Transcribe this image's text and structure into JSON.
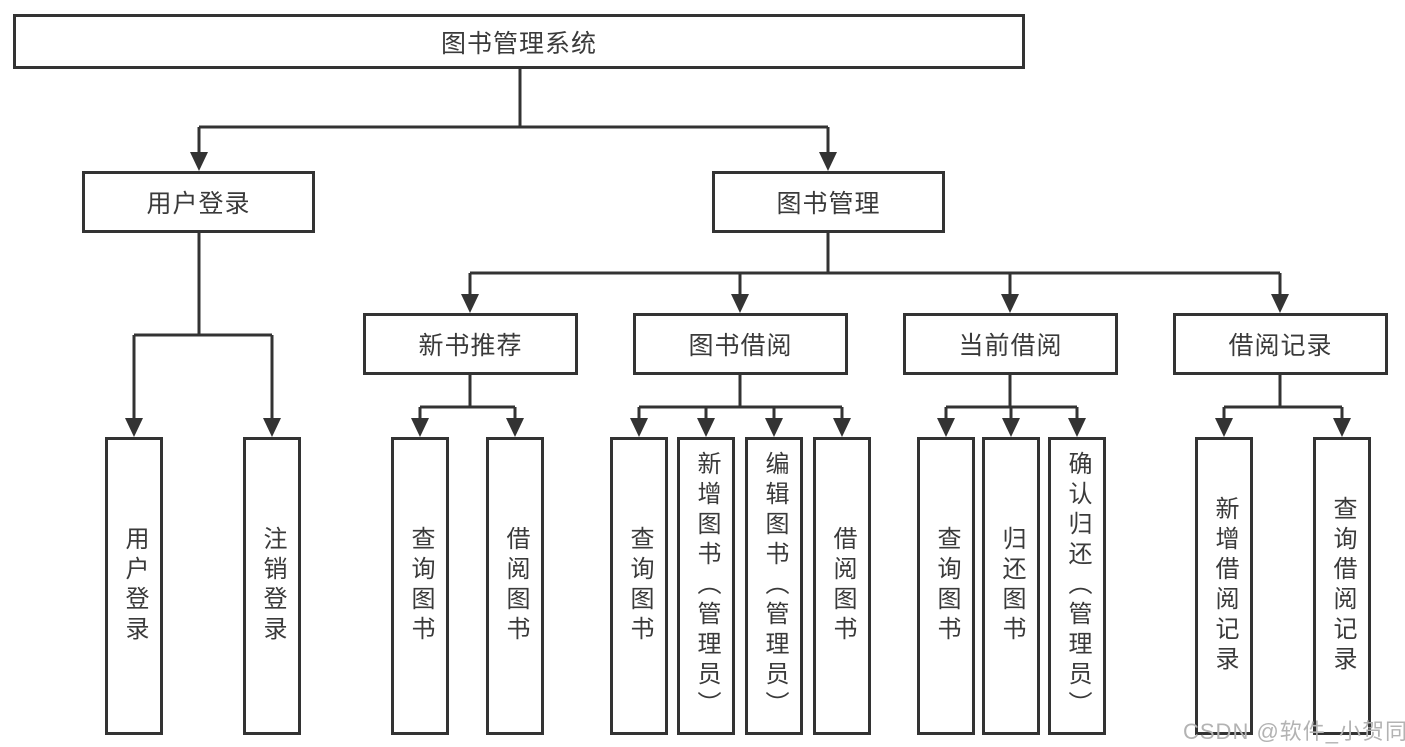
{
  "diagram": {
    "type": "hierarchy-tree",
    "root": {
      "label": "图书管理系统",
      "children": [
        {
          "label": "用户登录",
          "children": [
            {
              "label": "用户登录"
            },
            {
              "label": "注销登录"
            }
          ]
        },
        {
          "label": "图书管理",
          "children": [
            {
              "label": "新书推荐",
              "children": [
                {
                  "label": "查询图书"
                },
                {
                  "label": "借阅图书"
                }
              ]
            },
            {
              "label": "图书借阅",
              "children": [
                {
                  "label": "查询图书"
                },
                {
                  "label": "新增图书（管理员）"
                },
                {
                  "label": "编辑图书（管理员）"
                },
                {
                  "label": "借阅图书"
                }
              ]
            },
            {
              "label": "当前借阅",
              "children": [
                {
                  "label": "查询图书"
                },
                {
                  "label": "归还图书"
                },
                {
                  "label": "确认归还（管理员）"
                }
              ]
            },
            {
              "label": "借阅记录",
              "children": [
                {
                  "label": "新增借阅记录"
                },
                {
                  "label": "查询借阅记录"
                }
              ]
            }
          ]
        }
      ]
    }
  },
  "watermark": {
    "label": "CSDN @软件_小贺同学"
  },
  "colors": {
    "line": "#333333",
    "box_border": "#333333",
    "box_fill": "#ffffff",
    "text": "#3a3a3a",
    "watermark": "#b3b3b3",
    "background": "#ffffff"
  }
}
